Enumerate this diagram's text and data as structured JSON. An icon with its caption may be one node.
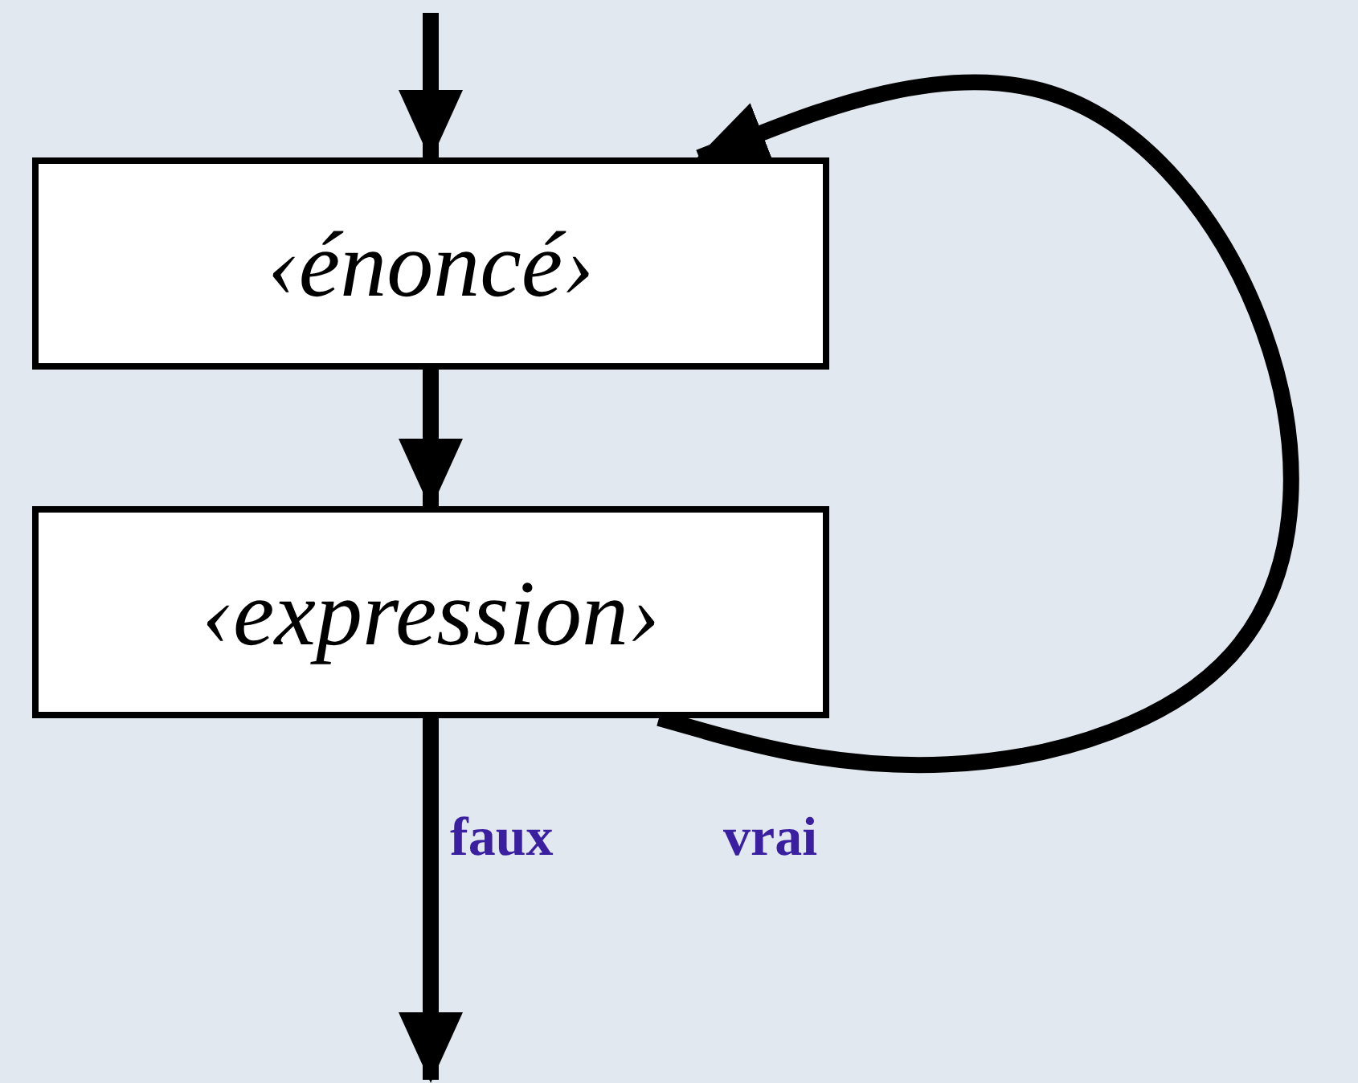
{
  "diagram": {
    "nodes": [
      {
        "text": [
          "‹énoncé›"
        ]
      },
      {
        "text": [
          "‹expression›"
        ]
      }
    ],
    "edges": [
      {
        "from": null,
        "to": 0,
        "arrow": "to"
      },
      {
        "from": 0,
        "to": 1,
        "arrow": "to"
      },
      {
        "from": 1,
        "to": 0,
        "arrow": "to",
        "label": "vrai"
      },
      {
        "from": 1,
        "to": null,
        "arrow": "to",
        "label": "faux"
      }
    ]
  }
}
